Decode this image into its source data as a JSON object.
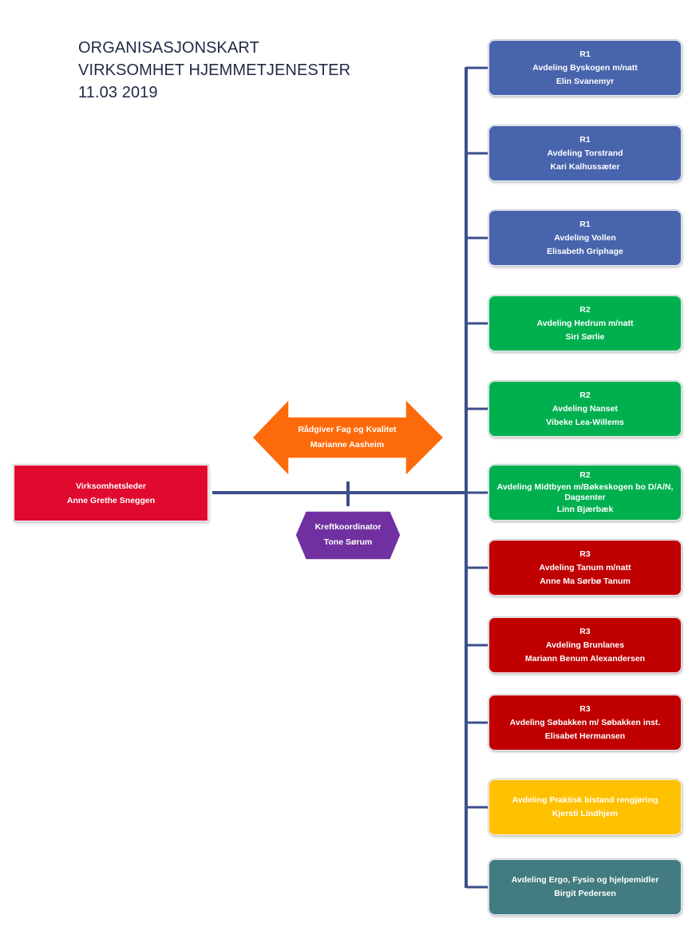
{
  "title": {
    "line1": "ORGANISASJONSKART",
    "line2": "VIRKSOMHET HJEMMETJENESTER",
    "line3": "11.03 2019"
  },
  "leader": {
    "role": "Virksomhetsleder",
    "name": "Anne Grethe Sneggen"
  },
  "advisor": {
    "role": "Rådgiver  Fag og Kvalitet",
    "name": "Marianne Aasheim"
  },
  "coordinator": {
    "role": "Kreftkoordinator",
    "name": "Tone Sørum"
  },
  "units": [
    {
      "region": "R1",
      "dept": "Avdeling Byskogen m/natt",
      "name": "Elin Svanemyr",
      "color": "#4864ad"
    },
    {
      "region": "R1",
      "dept": "Avdeling Torstrand",
      "name": "Kari Kalhussæter",
      "color": "#4864ad"
    },
    {
      "region": "R1",
      "dept": "Avdeling Vollen",
      "name": "Elisabeth Griphage",
      "color": "#4864ad"
    },
    {
      "region": "R2",
      "dept": "Avdeling  Hedrum m/natt",
      "name": "Siri Sørlie",
      "color": "#00b04f"
    },
    {
      "region": "R2",
      "dept": "Avdeling Nanset",
      "name": "Vibeke Lea-Willems",
      "color": "#00b04f"
    },
    {
      "region": "R2",
      "dept": "Avdeling Midtbyen m/Bøkeskogen bo D/A/N, Dagsenter",
      "name": "Linn Bjærbæk",
      "color": "#00b04f"
    },
    {
      "region": "R3",
      "dept": "Avdeling Tanum m/natt",
      "name": "Anne Ma Sørbø Tanum",
      "color": "#c00000"
    },
    {
      "region": "R3",
      "dept": "Avdeling Brunlanes",
      "name": "Mariann Benum Alexandersen",
      "color": "#c00000"
    },
    {
      "region": "R3",
      "dept": "Avdeling Søbakken m/ Søbakken inst.",
      "name": "Elisabet Hermansen",
      "color": "#c00000"
    },
    {
      "region": "",
      "dept": "Avdeling Praktisk bistand rengjøring",
      "name": "Kjersti  Lindhjem",
      "color": "#ffc000"
    },
    {
      "region": "",
      "dept": "Avdeling Ergo, Fysio og hjelpemidler",
      "name": "Birgit Pedersen",
      "color": "#427b80"
    }
  ]
}
